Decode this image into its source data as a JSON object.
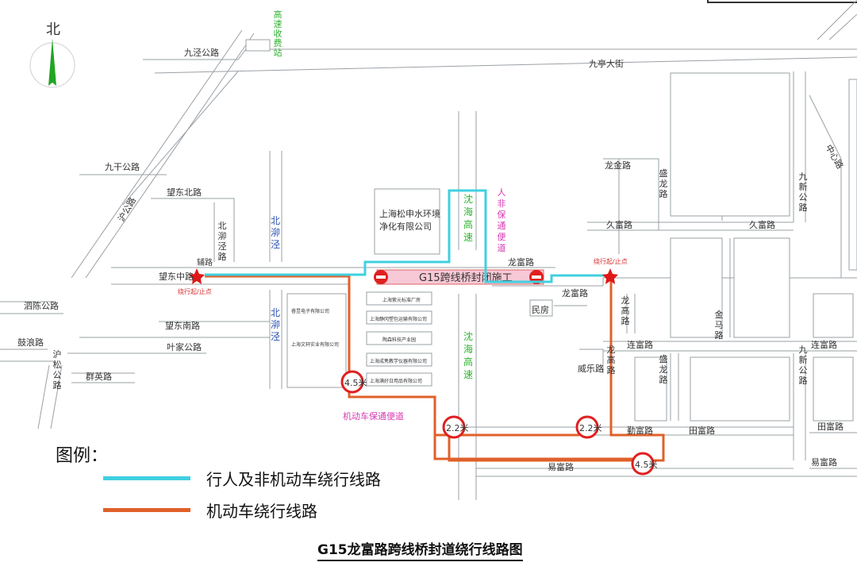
{
  "colors": {
    "pedestrian_route": "#3fd0e0",
    "vehicle_route": "#e0602a",
    "closure_pink": "#f7c8d6",
    "no_entry_red": "#e02020",
    "star_red": "#e01818",
    "roads": "#9aa0a6",
    "highway_green": "#2fb12f",
    "label_blue": "#2a4fb0",
    "label_magenta": "#d63ab3"
  },
  "compass": {
    "north_label": "北"
  },
  "labels": {
    "toll_station": "高速收费站",
    "jiujing_rd": "九泾公路",
    "jiuting_ave": "九亭大街",
    "jiugan_rd": "九干公路",
    "hugong_rd": "沪公路",
    "wangdong_north": "望东北路",
    "beiaojing_rd": "北泖泾路",
    "beiaojing_river_top": "北泖泾",
    "beiaojing_river_bottom": "北泖泾",
    "fu_rd": "辅路",
    "wangdong_mid": "望东中路",
    "detour_start_left": "绕行起/止点",
    "detour_start_right": "绕行起/止点",
    "siting_rd": "泗陈公路",
    "gulang_rd": "鼓浪路",
    "husong_rd": "沪松公路",
    "wangdong_south": "望东南路",
    "yejia_rd": "叶家公路",
    "qunying_rd": "群英路",
    "company_songshen": "上海松申水环境净化有限公司",
    "company_1": "睿昱电子有限公司",
    "company_2": "上海文轩实业有限公司",
    "company_3": "上海紫元标准厂房",
    "company_4": "上海静冈塑包运输有限公司",
    "company_5": "陶森科技产业园",
    "company_6": "上海成隽教学仪器有限公司",
    "company_7": "上海满好日用品有限公司",
    "shenhai_top": "沈海高速",
    "shenhai_bottom": "沈海高速",
    "ped_temp_path": "人非保通便道",
    "closure": "G15跨线桥封闭施工",
    "longfu_rd": "龙富路",
    "longfu_rd2": "龙富路",
    "minfang": "民房",
    "longjin_rd": "龙金路",
    "shenglong_rd_top": "盛龙路",
    "shenglong_rd_bottom": "盛龙路",
    "jiufu_rd_left": "久富路",
    "jiufu_rd_right": "久富路",
    "longgao_rd_top": "龙高路",
    "longgao_rd_bottom": "龙高路",
    "lianfu_rd_left": "连富路",
    "lianfu_rd_right": "连富路",
    "jinma_rd": "金马路",
    "weile_rd": "威乐路",
    "jiuxin_rd_top": "九新公路",
    "jiuxin_rd_bottom": "九新公路",
    "zhongxin_rd": "中心路",
    "qinfu_rd": "勤富路",
    "tianfu_rd_mid": "田富路",
    "tianfu_rd_right": "田富路",
    "yifu_rd_mid": "易富路",
    "yifu_rd_right": "易富路",
    "vehicle_temp_path": "机动车保通便道"
  },
  "height_limits": {
    "left": "4.5米",
    "mid_left": "2.2米",
    "mid_right": "2.2米",
    "right": "4.5米"
  },
  "legend": {
    "title": "图例：",
    "pedestrian": "行人及非机动车绕行线路",
    "vehicle": "机动车绕行线路"
  },
  "map_title": "G15龙富路跨线桥封道绕行线路图"
}
